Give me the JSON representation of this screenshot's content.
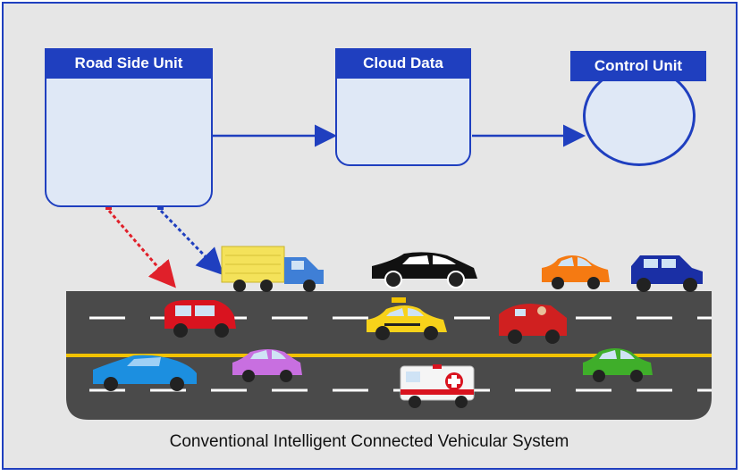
{
  "nodes": {
    "road_side_unit": "Road Side Unit",
    "cloud_data": "Cloud Data",
    "control_unit": "Control Unit"
  },
  "caption": "Conventional Intelligent Connected Vehicular System",
  "colors": {
    "border_blue": "#1f3fbf",
    "box_fill": "#dfe8f6",
    "background": "#e6e6e6",
    "road": "#4a4a4a",
    "lane_yellow": "#f2c200",
    "signal_red": "#e0202a",
    "signal_blue": "#1f3fbf"
  },
  "icons": [
    "wifi-icon",
    "cloud-database-icon",
    "operator-monitor-icon",
    "rsu-device-icon"
  ],
  "vehicles": [
    "delivery-truck",
    "black-sedan",
    "orange-compact-car",
    "blue-suv",
    "red-minivan",
    "yellow-taxi",
    "red-convertible",
    "blue-sports-car",
    "purple-hatchback",
    "ambulance",
    "green-compact-car"
  ]
}
